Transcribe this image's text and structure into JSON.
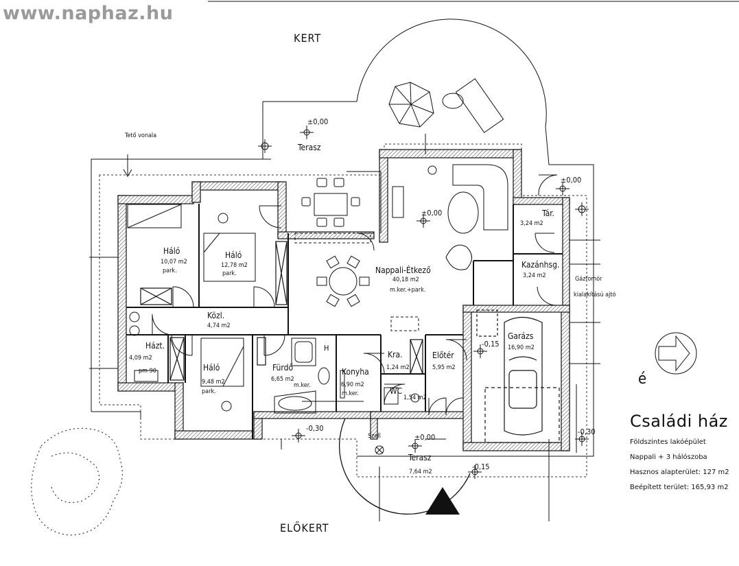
{
  "watermark": "www.naphaz.hu",
  "labels": {
    "garden": "KERT",
    "front_garden": "ELŐKERT",
    "roof_line": "Tető vonala",
    "east_symbol": "é",
    "gas_meter_line1": "Gázfomór",
    "gas_meter_line2": "kialakítású ajtó"
  },
  "rooms": {
    "haloA": {
      "name": "Háló",
      "area": "10,07 m2",
      "floor": "park."
    },
    "haloB": {
      "name": "Háló",
      "area": "12,78 m2",
      "floor": "park."
    },
    "nappali": {
      "name": "Nappali-Étkező",
      "area": "40,18 m2",
      "floor": "m.ker.+park."
    },
    "terasz_top": {
      "name": "Terasz"
    },
    "tar": {
      "name": "Tár.",
      "area": "3,24 m2"
    },
    "kazan": {
      "name": "Kazánhsg.",
      "area": "3,24 m2"
    },
    "kozl": {
      "name": "Közl.",
      "area": "4,74 m2"
    },
    "haztart": {
      "name": "Házt.",
      "area": "4,09 m2",
      "floor": "pm 90"
    },
    "haloC": {
      "name": "Háló",
      "area": "9,48 m2",
      "floor": "park."
    },
    "furdo": {
      "name": "Fürdő",
      "area": "6,65 m2",
      "floor": "m.ker."
    },
    "konyha": {
      "name": "Konyha",
      "area": "6,90 m2",
      "floor": "m.ker."
    },
    "kamra": {
      "name": "Kra.",
      "area": "1,24 m2"
    },
    "wc": {
      "name": "WC",
      "area": "1,54 m2"
    },
    "eloter": {
      "name": "Előtér",
      "area": "5,95 m2"
    },
    "garazs": {
      "name": "Garázs",
      "area": "16,90 m2"
    },
    "terasz_bottom": {
      "name": "Terasz",
      "area": "7,64 m2"
    }
  },
  "levels": {
    "terrace_top": "±0,00",
    "living": "±0,00",
    "storage": "±0,00",
    "entrance": "±0,00",
    "garage": "-0,15",
    "bottom_left": "-0,30",
    "bottom_right": "-0,30",
    "step": "-0,15"
  },
  "tags": {
    "chimney": "H",
    "ventilation": "Szell"
  },
  "title_block": {
    "title": "Családi ház",
    "line1": "Földszintes lakóépület",
    "line2": "Nappali + 3 hálószoba",
    "line3": "Hasznos alapterület: 127 m2",
    "line4": "Beépített terület: 165,93 m2"
  },
  "colors": {
    "walls": "#111111",
    "wall_hatch": "#555555",
    "watermark": "#9a9a9a",
    "north_arrow": "#111111"
  }
}
